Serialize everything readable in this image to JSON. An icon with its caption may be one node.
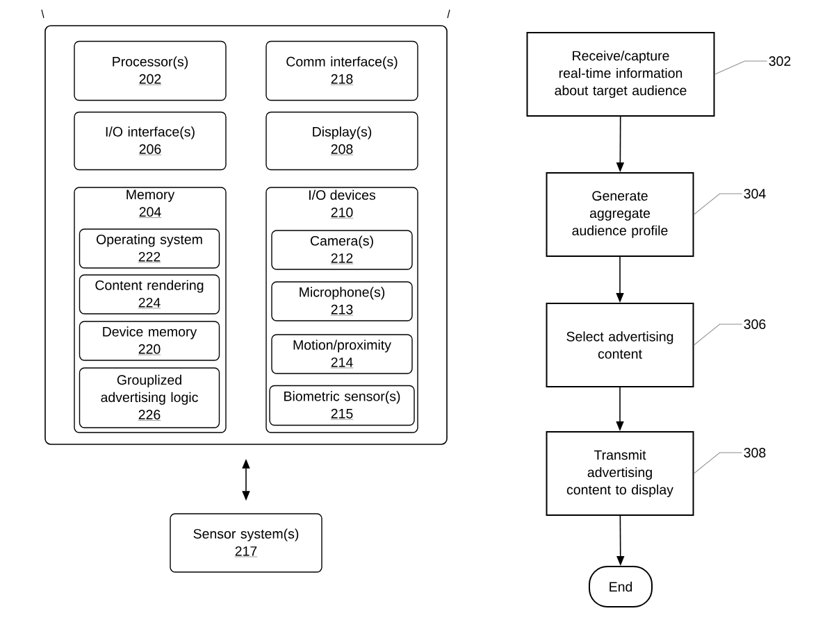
{
  "diagram": {
    "nodes": [
      {
        "text": [],
        "shape": "box"
      },
      {
        "text": [
          "Processor(s)",
          "202"
        ],
        "in": 0
      },
      {
        "text": [
          "Comm interface(s)",
          "218"
        ],
        "in": 0
      },
      {
        "text": [
          "I/O interface(s)",
          "206"
        ],
        "in": 0
      },
      {
        "text": [
          "Display(s)",
          "208"
        ],
        "in": 0
      },
      {
        "text": [
          "Memory",
          "204"
        ],
        "in": 0
      },
      {
        "text": [
          "Operating system",
          "222"
        ],
        "in": 5
      },
      {
        "text": [
          "Content rendering",
          "224"
        ],
        "in": 5
      },
      {
        "text": [
          "Device memory",
          "220"
        ],
        "in": 5
      },
      {
        "text": [
          "Grouplized advertising logic",
          "226"
        ],
        "in": 5
      },
      {
        "text": [
          "I/O devices",
          "210"
        ],
        "in": 0
      },
      {
        "text": [
          "Camera(s)",
          "212"
        ],
        "in": 10
      },
      {
        "text": [
          "Microphone(s)",
          "213"
        ],
        "in": 10
      },
      {
        "text": [
          "Motion/proximity",
          "214"
        ],
        "in": 10
      },
      {
        "text": [
          "Biometric sensor(s)",
          "215"
        ],
        "in": 10
      },
      {
        "text": [
          "Sensor system(s)",
          "217"
        ]
      },
      {
        "text": [
          "Receive/capture real-time information about target audience"
        ]
      },
      {
        "text": [
          "Generate aggregate audience profile"
        ]
      },
      {
        "text": [
          "Select advertising content"
        ]
      },
      {
        "text": [
          "Transmit advertising content to display"
        ]
      },
      {
        "text": [
          "End"
        ]
      },
      {
        "text": [
          "302"
        ]
      },
      {
        "text": [
          "304"
        ]
      },
      {
        "text": [
          "306"
        ]
      },
      {
        "text": [
          "308"
        ]
      }
    ],
    "edges": [
      {
        "from": 0,
        "to": 15,
        "arrow": "both"
      },
      {
        "from": 16,
        "to": 17,
        "arrow": "to"
      },
      {
        "from": 17,
        "to": 18,
        "arrow": "to"
      },
      {
        "from": 18,
        "to": 19,
        "arrow": "to"
      },
      {
        "from": 19,
        "to": 20,
        "arrow": "to"
      },
      {
        "from": 21,
        "to": 16,
        "arrow": "none",
        "color": "#8c8c8c"
      },
      {
        "from": 22,
        "to": 17,
        "arrow": "none",
        "color": "#8c8c8c"
      },
      {
        "from": 23,
        "to": 18,
        "arrow": "none",
        "color": "#8c8c8c"
      },
      {
        "from": 24,
        "to": 19,
        "arrow": "none",
        "color": "#8c8c8c"
      }
    ]
  }
}
